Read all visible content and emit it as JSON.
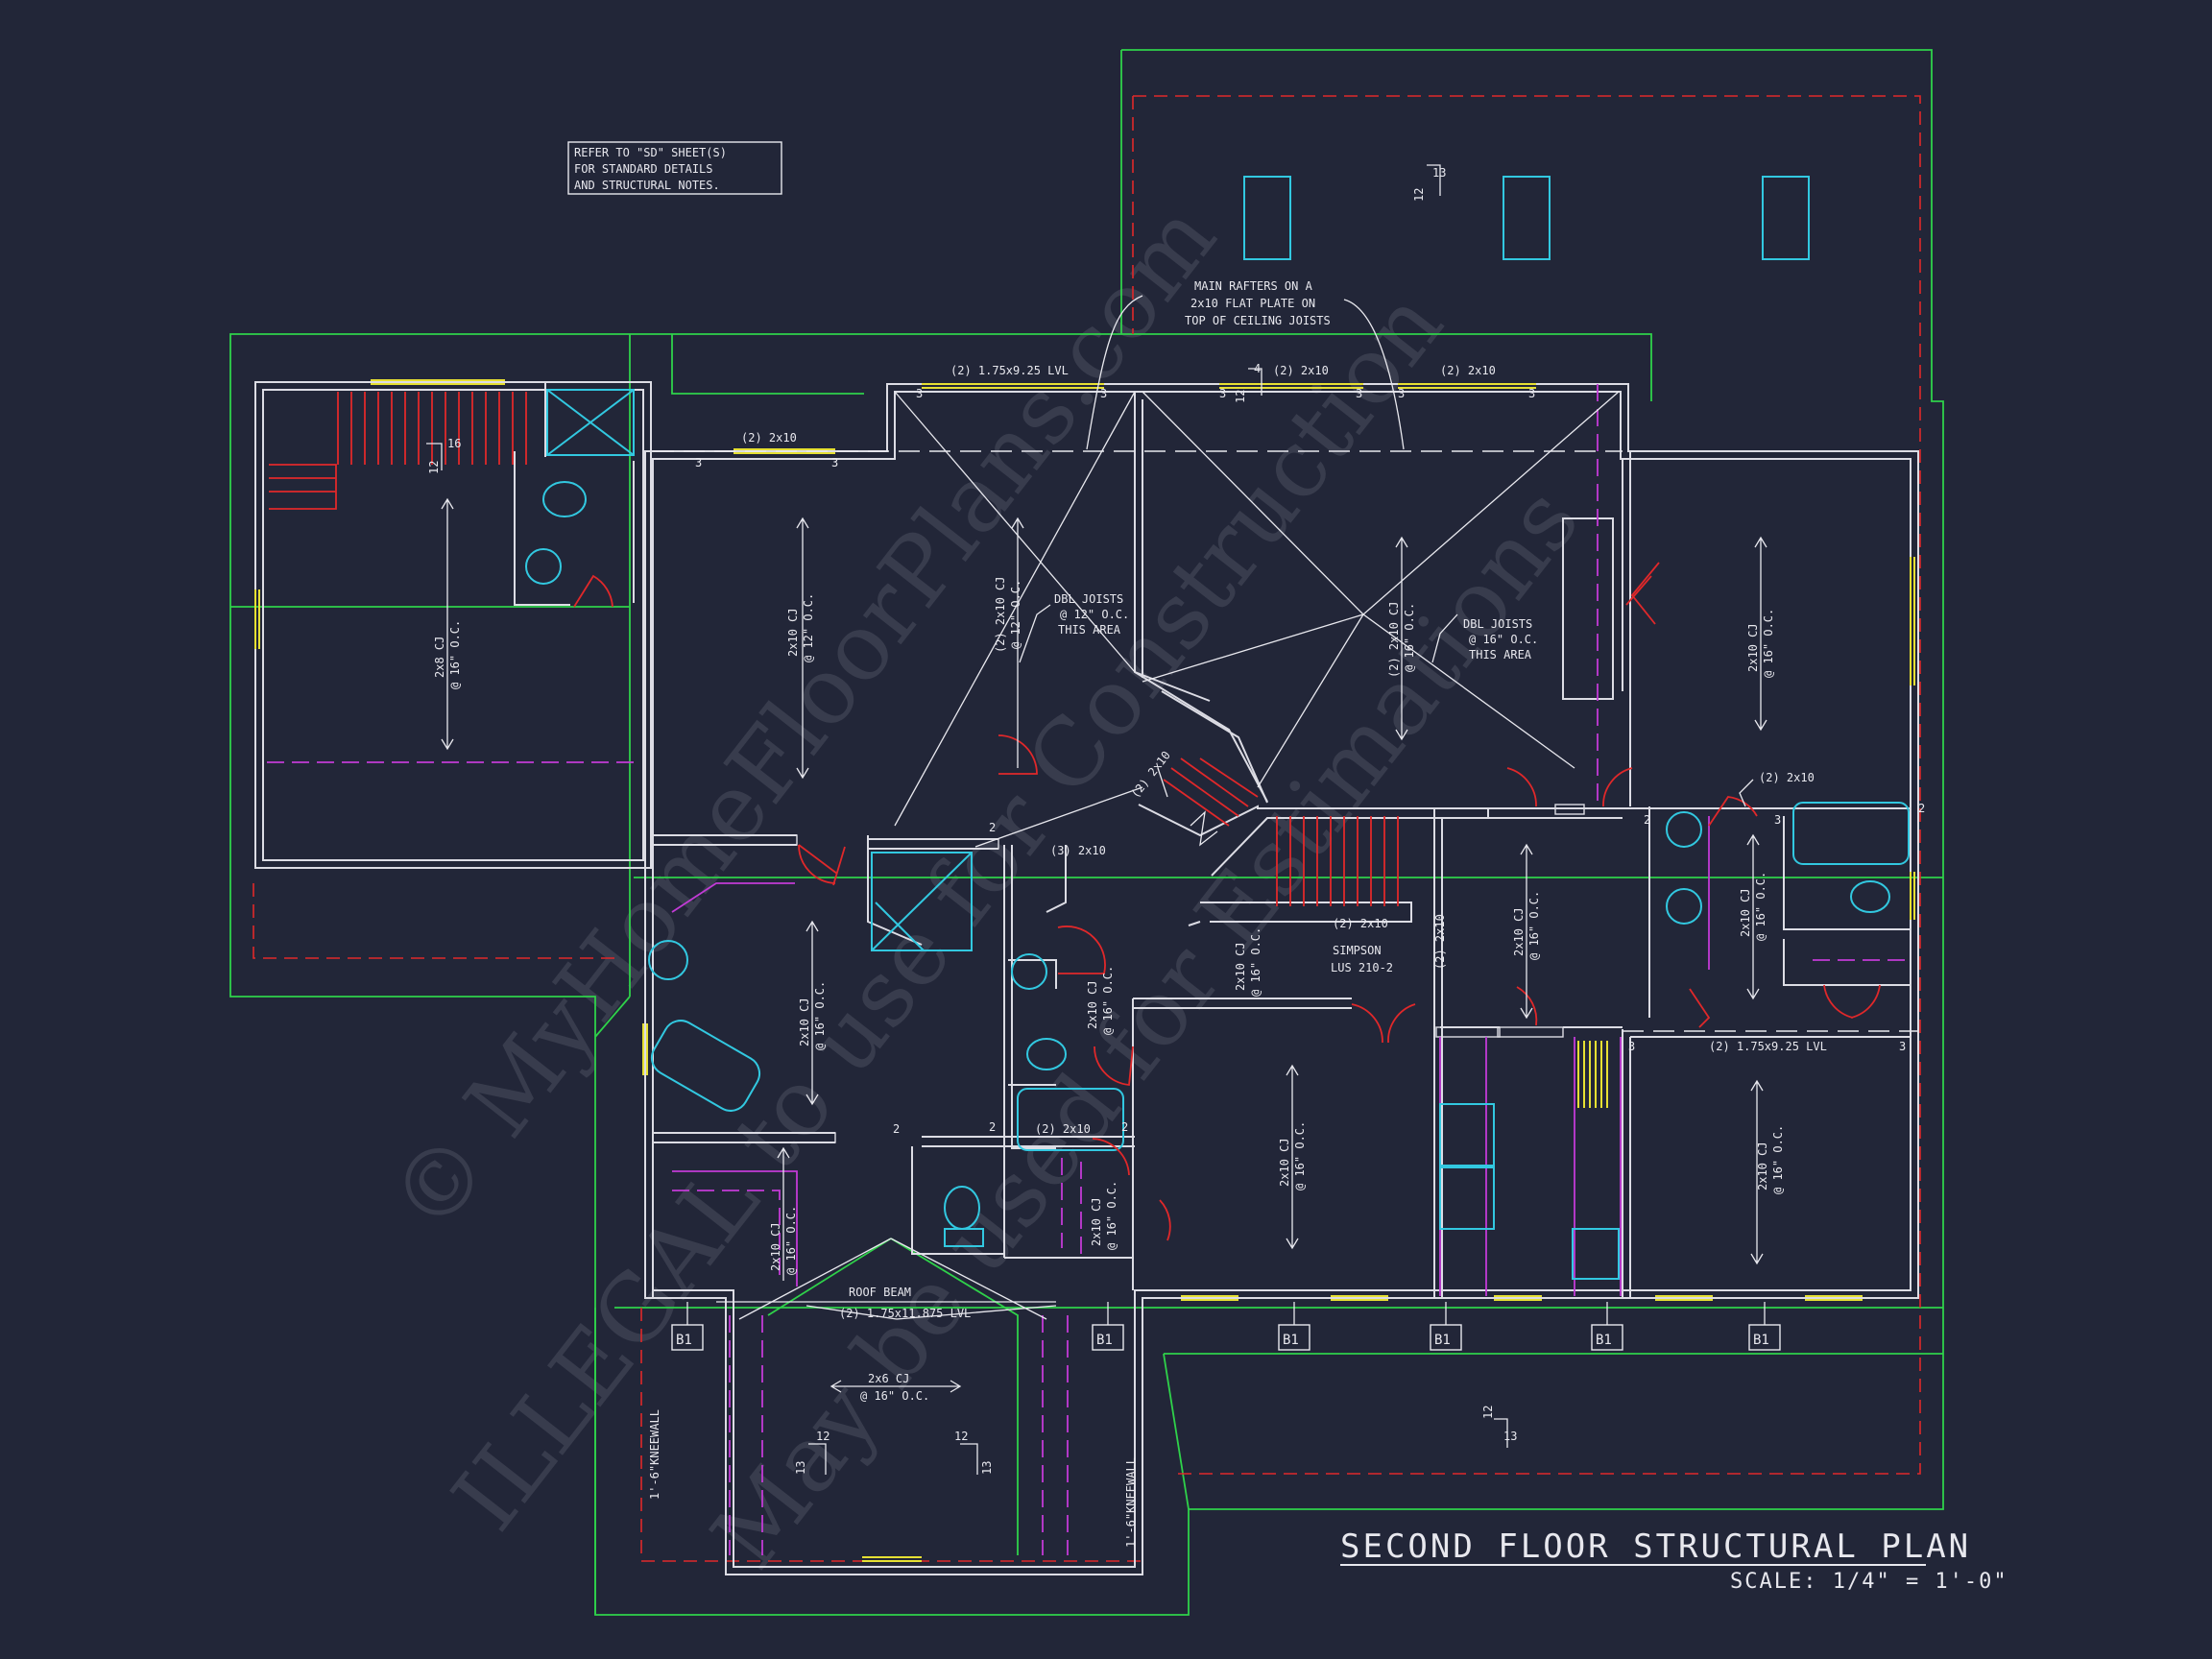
{
  "notes": {
    "refer_line1": "REFER TO \"SD\" SHEET(S)",
    "refer_line2": "FOR STANDARD DETAILS",
    "refer_line3": "AND STRUCTURAL NOTES.",
    "rafters_line1": "MAIN RAFTERS ON A",
    "rafters_line2": "2x10 FLAT PLATE ON",
    "rafters_line3": "TOP OF CEILING JOISTS",
    "dbl12_line1": "DBL JOISTS",
    "dbl12_line2": "@ 12\" O.C.",
    "dbl12_line3": "THIS AREA",
    "dbl16_line1": "DBL JOISTS",
    "dbl16_line2": "@ 16\" O.C.",
    "dbl16_line3": "THIS AREA",
    "simpson_line1": "SIMPSON",
    "simpson_line2": "LUS 210-2",
    "roof_beam_line1": "ROOF BEAM",
    "roof_beam_line2": "(2) 1.75x11.875 LVL"
  },
  "headers": {
    "top_lvl": "(2) 1.75x9.25 LVL",
    "top_2x10_a": "(2) 2x10",
    "top_2x10_b": "(2) 2x10",
    "left_2x10": "(2) 2x10",
    "right_2x10": "(2) 2x10",
    "diag_2x10": "(2) 2x10",
    "mid_3x10": "(3) 2x10",
    "hall_2x10": "(2) 2x10",
    "vert_2x10": "(2) 2x10",
    "bath_2x10": "(2) 2x10",
    "right_lvl": "(2) 1.75x9.25 LVL"
  },
  "joist_labels": [
    {
      "line1": "2x8 CJ",
      "line2": "@ 16\" O.C."
    },
    {
      "line1": "2x10 CJ",
      "line2": "@ 12\" O.C."
    },
    {
      "line1": "(2) 2x10 CJ",
      "line2": "@ 12\" O.C."
    },
    {
      "line1": "(2) 2x10 CJ",
      "line2": "@ 16\" O.C."
    },
    {
      "line1": "2x10 CJ",
      "line2": "@ 16\" O.C."
    },
    {
      "line1": "2x10 CJ",
      "line2": "@ 16\" O.C."
    },
    {
      "line1": "2x10 CJ",
      "line2": "@ 16\" O.C."
    },
    {
      "line1": "2x10 CJ",
      "line2": "@ 16\" O.C."
    },
    {
      "line1": "2x10 CJ",
      "line2": "@ 16\" O.C."
    },
    {
      "line1": "2x10 CJ",
      "line2": "@ 16\" O.C."
    },
    {
      "line1": "2x10 CJ",
      "line2": "@ 16\" O.C."
    },
    {
      "line1": "2x10 CJ",
      "line2": "@ 16\" O.C."
    },
    {
      "line1": "2x10 CJ",
      "line2": "@ 16\" O.C."
    },
    {
      "line1": "2x10 CJ",
      "line2": "@ 16\" O.C."
    }
  ],
  "attic_joist": {
    "line1": "2x6 CJ",
    "line2": "@ 16\" O.C."
  },
  "kneewall": "1'-6\"KNEEWALL",
  "beam_tag": "B1",
  "pitch": {
    "rise": "12",
    "run_a": "13",
    "run_b": "16",
    "run_c": "4"
  },
  "post_tags": [
    "2",
    "3"
  ],
  "watermark": {
    "line1": "© MyHomeFloorPlans.com",
    "line2": "ILLEGAL to use for Construction",
    "line3": "May be used for Estimations"
  },
  "title": "SECOND FLOOR STRUCTURAL PLAN",
  "scale": "SCALE: 1/4\" = 1'-0\"",
  "colors": {
    "background": "#222638",
    "walls": "#dcdce4",
    "roof_outline": "#2fd24a",
    "overhang": "#e0282a",
    "fixtures": "#32c8e0",
    "cabinets": "#c23bd6",
    "headers": "#e6e033"
  }
}
